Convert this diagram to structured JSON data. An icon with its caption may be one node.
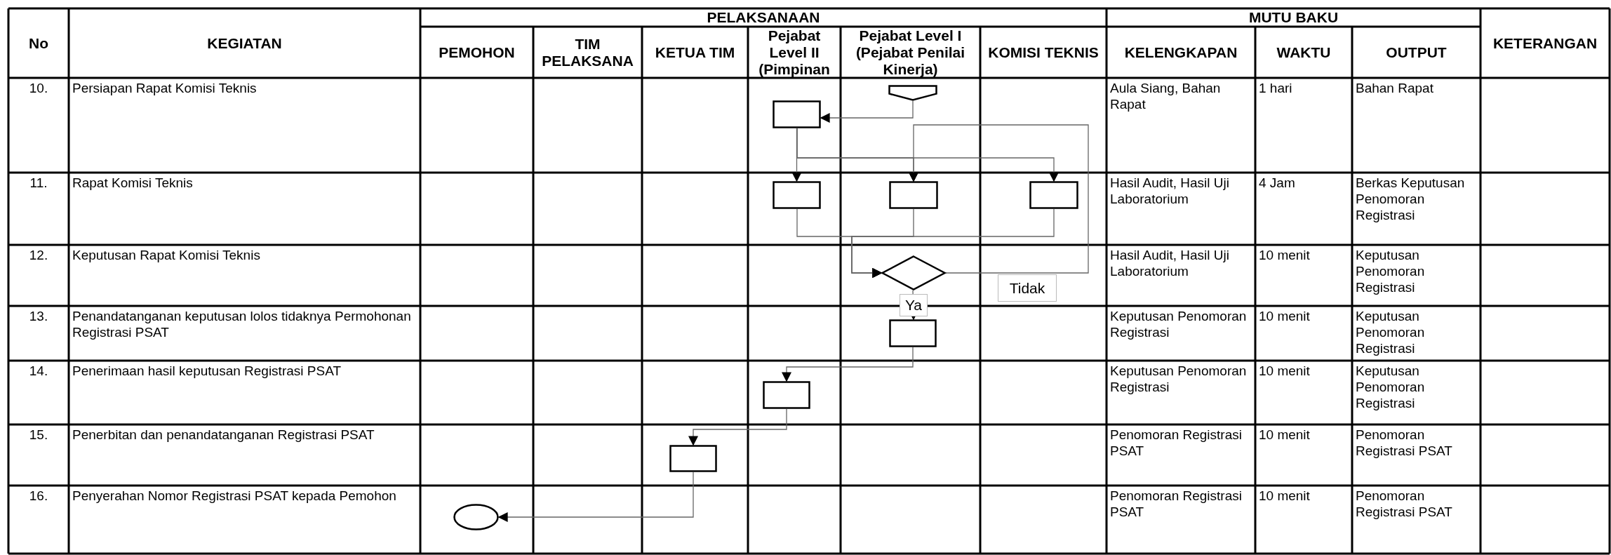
{
  "diagram": {
    "nodes": [
      {
        "text": [],
        "shape": "pentagon"
      },
      {
        "text": [],
        "shape": "box"
      },
      {
        "text": [],
        "shape": "box"
      },
      {
        "text": [],
        "shape": "box"
      },
      {
        "text": [],
        "shape": "box"
      },
      {
        "text": [],
        "shape": "diamond"
      },
      {
        "text": [],
        "shape": "box"
      },
      {
        "text": [],
        "shape": "box"
      },
      {
        "text": [],
        "shape": "box"
      },
      {
        "text": [],
        "shape": "oval"
      }
    ],
    "edges": [
      {
        "from": 0,
        "to": 1,
        "arrow": "to"
      },
      {
        "from": 1,
        "to": 2,
        "arrow": "to"
      },
      {
        "from": 1,
        "to": 3,
        "arrow": "to"
      },
      {
        "from": 1,
        "to": 4,
        "arrow": "to"
      },
      {
        "from": 2,
        "to": 5,
        "arrow": "to"
      },
      {
        "from": 3,
        "to": 5,
        "arrow": "to"
      },
      {
        "from": 4,
        "to": 5,
        "arrow": "to"
      },
      {
        "from": 5,
        "to": 6,
        "arrow": "to",
        "label": "Ya"
      },
      {
        "from": 5,
        "to": 3,
        "arrow": "to",
        "label": "Tidak"
      },
      {
        "from": 6,
        "to": 7,
        "arrow": "to"
      },
      {
        "from": 7,
        "to": 8,
        "arrow": "to"
      },
      {
        "from": 8,
        "to": 9,
        "arrow": "to"
      }
    ],
    "labels": [
      "No",
      "KEGIATAN",
      "PELAKSANAAN",
      "MUTU BAKU",
      "KETERANGAN",
      "PEMOHON",
      "TIM PELAKSANA",
      "KETUA TIM",
      "Pejabat Level II (Pimpinan",
      "Pejabat Level I (Pejabat Penilai Kinerja)",
      "KOMISI TEKNIS",
      "KELENGKAPAN",
      "WAKTU",
      "OUTPUT",
      "10.",
      "Persiapan Rapat Komisi Teknis",
      "Aula Siang, Bahan Rapat",
      "1 hari",
      "Bahan Rapat",
      "11.",
      "Rapat Komisi Teknis",
      "Hasil Audit, Hasil Uji Laboratorium",
      "4 Jam",
      "Berkas Keputusan Penomoran Registrasi",
      "12.",
      "Keputusan Rapat Komisi Teknis",
      "Hasil Audit, Hasil Uji Laboratorium",
      "10 menit",
      "Keputusan Penomoran Registrasi",
      "13.",
      "Penandatanganan keputusan lolos tidaknya Permohonan Registrasi PSAT",
      "Keputusan Penomoran Registrasi",
      "10 menit",
      "Keputusan Penomoran Registrasi",
      "14.",
      "Penerimaan hasil keputusan Registrasi PSAT",
      "Keputusan Penomoran Registrasi",
      "10 menit",
      "Keputusan Penomoran Registrasi",
      "15.",
      "Penerbitan dan penandatanganan Registrasi PSAT",
      "Penomoran Registrasi PSAT",
      "10 menit",
      "Penomoran Registrasi PSAT",
      "16.",
      "Penyerahan Nomor Registrasi PSAT kepada Pemohon",
      "Penomoran Registrasi PSAT",
      "10 menit",
      "Penomoran Registrasi PSAT"
    ]
  }
}
